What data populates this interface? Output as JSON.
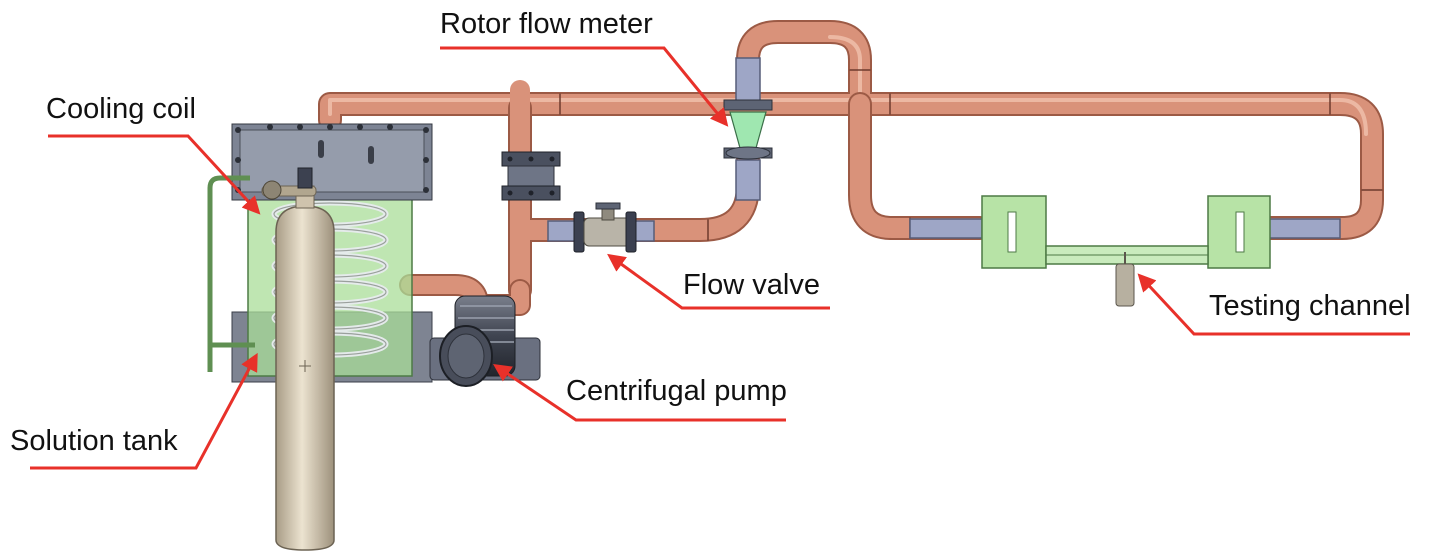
{
  "labels": {
    "rotor_flow_meter": "Rotor flow meter",
    "cooling_coil": "Cooling coil",
    "flow_valve": "Flow valve",
    "testing_channel": "Testing channel",
    "centrifugal_pump": "Centrifugal pump",
    "solution_tank": "Solution tank"
  },
  "colors": {
    "pipe": "#d9927a",
    "pipe_dark": "#9c5a45",
    "pipe_light": "#f0c2ae",
    "connector": "#9ea6c6",
    "tank_glass": "#a9dd98",
    "flange": "#5d6474",
    "cylinder": "#cfc3ad",
    "annotation": "#e8312a"
  }
}
